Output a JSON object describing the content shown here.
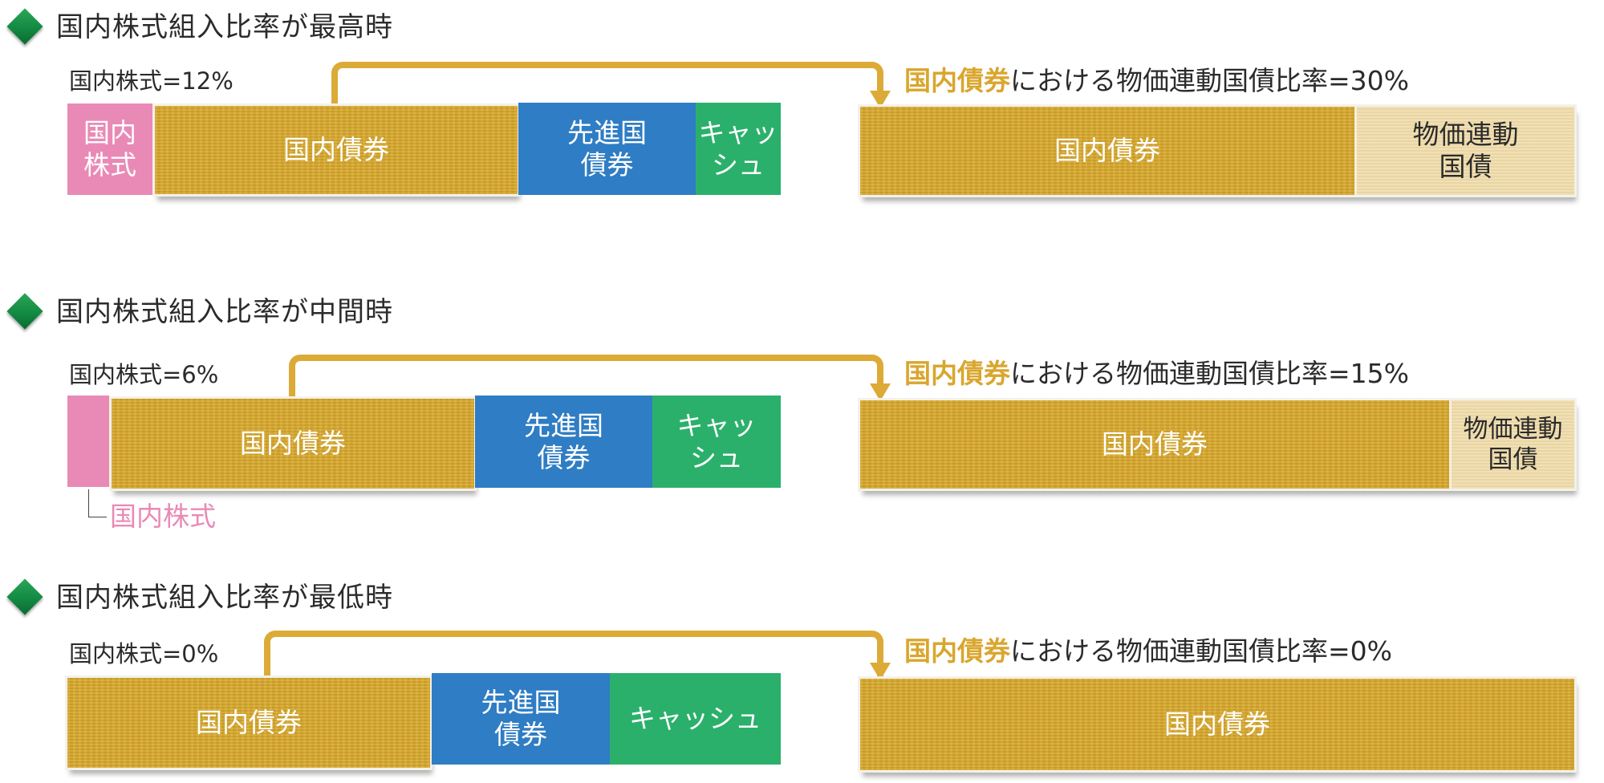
{
  "colors": {
    "domestic_equity": "#e98ab6",
    "domestic_bond": "#d8a92e",
    "developed_bond": "#2f7dc4",
    "cash": "#2bb06c",
    "inflation_linked": "#efdcab",
    "connector": "#dcaa36",
    "bullet": "#138a43"
  },
  "sections": [
    {
      "title": "国内株式組入比率が最高時",
      "equity_label": "国内株式=12%",
      "left_bar": {
        "equity_line1": "国内",
        "equity_line2": "株式",
        "domestic_bond": "国内債券",
        "developed_line1": "先進国",
        "developed_line2": "債券",
        "cash_line1": "キャッ",
        "cash_line2": "シュ"
      },
      "right_header": {
        "highlight": "国内債券",
        "rest": "における物価連動国債比率=30%"
      },
      "right_bar": {
        "domestic_bond": "国内債券",
        "linked_line1": "物価連動",
        "linked_line2": "国債"
      }
    },
    {
      "title": "国内株式組入比率が中間時",
      "equity_label": "国内株式=6%",
      "left_bar": {
        "domestic_bond": "国内債券",
        "developed_line1": "先進国",
        "developed_line2": "債券",
        "cash_line1": "キャッ",
        "cash_line2": "シュ"
      },
      "equity_callout": "国内株式",
      "right_header": {
        "highlight": "国内債券",
        "rest": "における物価連動国債比率=15%"
      },
      "right_bar": {
        "domestic_bond": "国内債券",
        "linked_line1": "物価連動",
        "linked_line2": "国債"
      }
    },
    {
      "title": "国内株式組入比率が最低時",
      "equity_label": "国内株式=0%",
      "left_bar": {
        "domestic_bond": "国内債券",
        "developed_line1": "先進国",
        "developed_line2": "債券",
        "cash": "キャッシュ"
      },
      "right_header": {
        "highlight": "国内債券",
        "rest": "における物価連動国債比率=0%"
      },
      "right_bar": {
        "domestic_bond": "国内債券"
      }
    }
  ]
}
